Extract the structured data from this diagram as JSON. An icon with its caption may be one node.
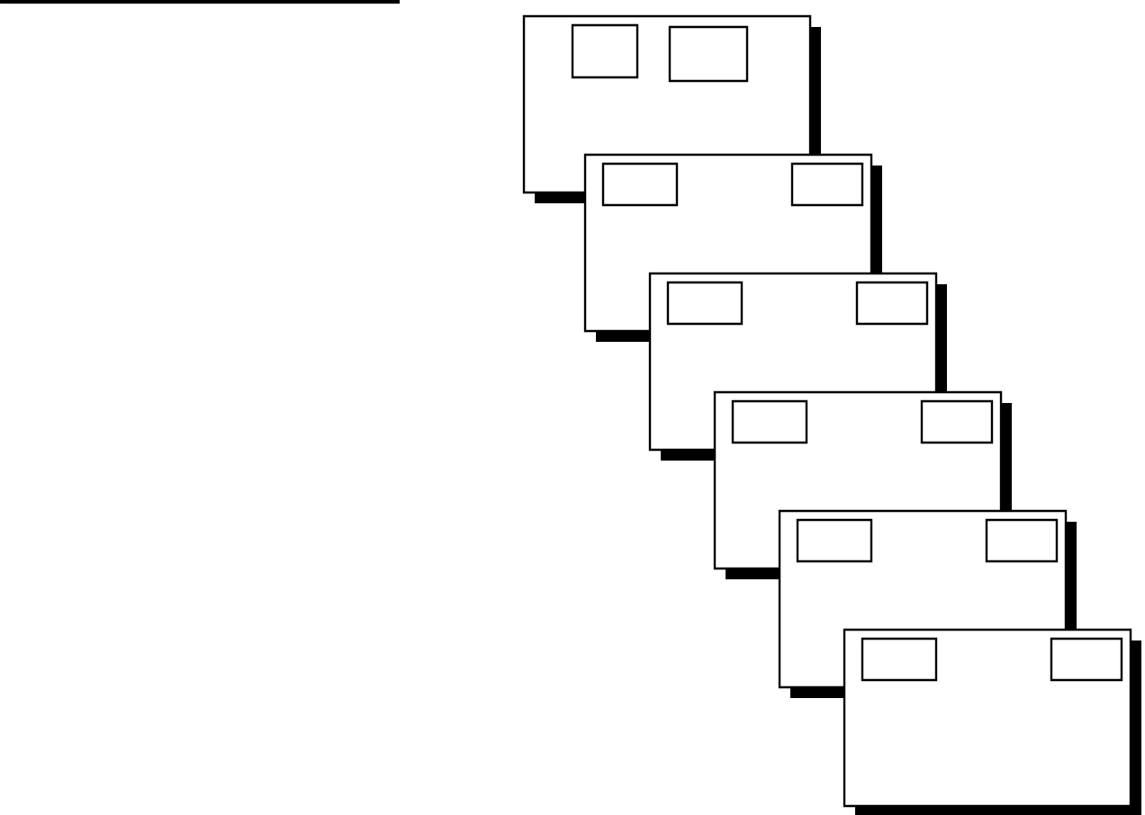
{
  "diagram": {
    "nodes": [
      {
        "text": [],
        "shape": "box"
      },
      {
        "text": [],
        "shape": "box",
        "in": 0
      },
      {
        "text": [],
        "shape": "box",
        "in": 0
      },
      {
        "text": [],
        "shape": "box"
      },
      {
        "text": [],
        "shape": "box",
        "in": 3
      },
      {
        "text": [],
        "shape": "box",
        "in": 3
      },
      {
        "text": [],
        "shape": "box"
      },
      {
        "text": [],
        "shape": "box"
      },
      {
        "text": [],
        "shape": "box",
        "in": 6
      },
      {
        "text": [],
        "shape": "box"
      },
      {
        "text": [],
        "shape": "box"
      },
      {
        "text": [],
        "shape": "box",
        "in": 9
      },
      {
        "text": [],
        "shape": "box"
      },
      {
        "text": [],
        "shape": "box"
      },
      {
        "text": [],
        "shape": "box",
        "in": 12
      },
      {
        "text": [],
        "shape": "box"
      },
      {
        "text": [],
        "shape": "box"
      },
      {
        "text": [],
        "shape": "box",
        "in": 15
      }
    ]
  }
}
